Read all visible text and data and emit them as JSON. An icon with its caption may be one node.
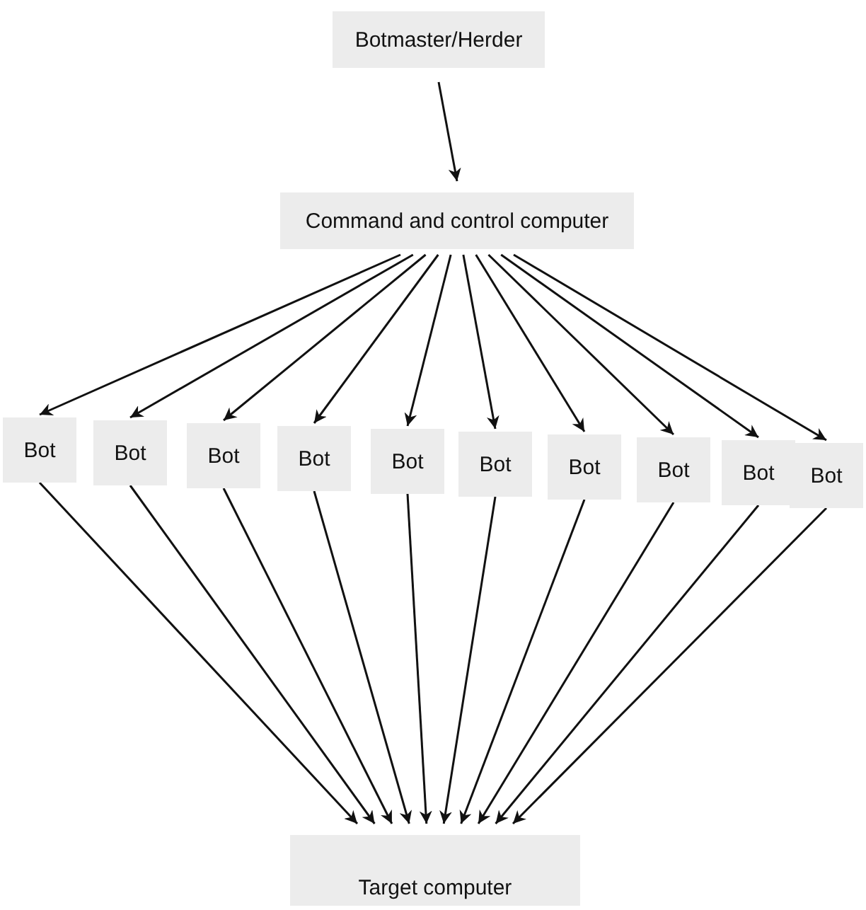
{
  "diagram": {
    "nodes": [
      {
        "text": [
          "Botmaster/Herder"
        ]
      },
      {
        "text": [
          "Command and control computer"
        ]
      },
      {
        "text": [
          "Bot"
        ]
      },
      {
        "text": [
          "Bot"
        ]
      },
      {
        "text": [
          "Bot"
        ]
      },
      {
        "text": [
          "Bot"
        ]
      },
      {
        "text": [
          "Bot"
        ]
      },
      {
        "text": [
          "Bot"
        ]
      },
      {
        "text": [
          "Bot"
        ]
      },
      {
        "text": [
          "Bot"
        ]
      },
      {
        "text": [
          "Bot"
        ]
      },
      {
        "text": [
          "Bot"
        ]
      },
      {
        "text": [
          "Target computer"
        ]
      }
    ],
    "edges": [
      {
        "from": 0,
        "to": 1,
        "arrow": "to"
      },
      {
        "from": 1,
        "to": 2,
        "arrow": "to"
      },
      {
        "from": 1,
        "to": 3,
        "arrow": "to"
      },
      {
        "from": 1,
        "to": 4,
        "arrow": "to"
      },
      {
        "from": 1,
        "to": 5,
        "arrow": "to"
      },
      {
        "from": 1,
        "to": 6,
        "arrow": "to"
      },
      {
        "from": 1,
        "to": 7,
        "arrow": "to"
      },
      {
        "from": 1,
        "to": 8,
        "arrow": "to"
      },
      {
        "from": 1,
        "to": 9,
        "arrow": "to"
      },
      {
        "from": 1,
        "to": 10,
        "arrow": "to"
      },
      {
        "from": 1,
        "to": 11,
        "arrow": "to"
      },
      {
        "from": 2,
        "to": 12,
        "arrow": "to"
      },
      {
        "from": 3,
        "to": 12,
        "arrow": "to"
      },
      {
        "from": 4,
        "to": 12,
        "arrow": "to"
      },
      {
        "from": 5,
        "to": 12,
        "arrow": "to"
      },
      {
        "from": 6,
        "to": 12,
        "arrow": "to"
      },
      {
        "from": 7,
        "to": 12,
        "arrow": "to"
      },
      {
        "from": 8,
        "to": 12,
        "arrow": "to"
      },
      {
        "from": 9,
        "to": 12,
        "arrow": "to"
      },
      {
        "from": 10,
        "to": 12,
        "arrow": "to"
      },
      {
        "from": 11,
        "to": 12,
        "arrow": "to"
      }
    ]
  }
}
